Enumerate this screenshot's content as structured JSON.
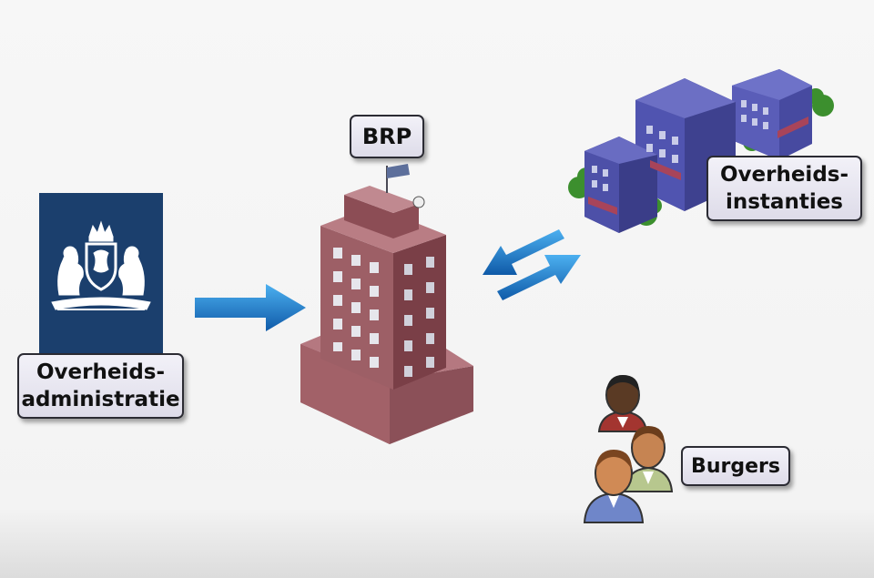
{
  "labels": {
    "admin_line1": "Overheids-",
    "admin_line2": "administratie",
    "brp": "BRP",
    "instanties_line1": "Overheids-",
    "instanties_line2": "instanties",
    "burgers": "Burgers"
  },
  "colors": {
    "admin_panel": "#1b3f6d",
    "brp_building": "#8a4f56",
    "instanties_building": "#3d3f8e",
    "arrow": "#1b73c8"
  },
  "icons": {
    "admin": "royal-coat-of-arms-icon",
    "brp": "tower-building-icon",
    "instanties": "building-group-icon",
    "burgers": "people-group-icon"
  }
}
